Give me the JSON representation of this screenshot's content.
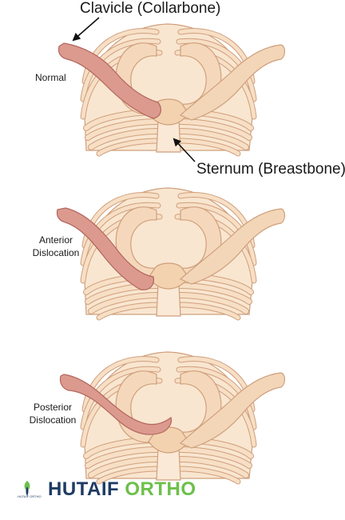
{
  "labels": {
    "clavicle": "Clavicle (Collarbone)",
    "sternum": "Sternum (Breastbone)",
    "normal": "Normal",
    "anterior": [
      "Anterior",
      "Dislocation"
    ],
    "posterior": [
      "Posterior",
      "Dislocation"
    ]
  },
  "brand": {
    "part1": "HUTAIF",
    "part2": "ORTHO",
    "logo_text": "HUTAIF ORTHO"
  },
  "colors": {
    "bone_fill": "#f7dfc5",
    "bone_stroke": "#cf9f7c",
    "clavicle_fill": "#dc9a8f",
    "clavicle_stroke": "#b2665c",
    "brand_blue": "#1f3b63",
    "brand_green": "#6cc04a"
  }
}
